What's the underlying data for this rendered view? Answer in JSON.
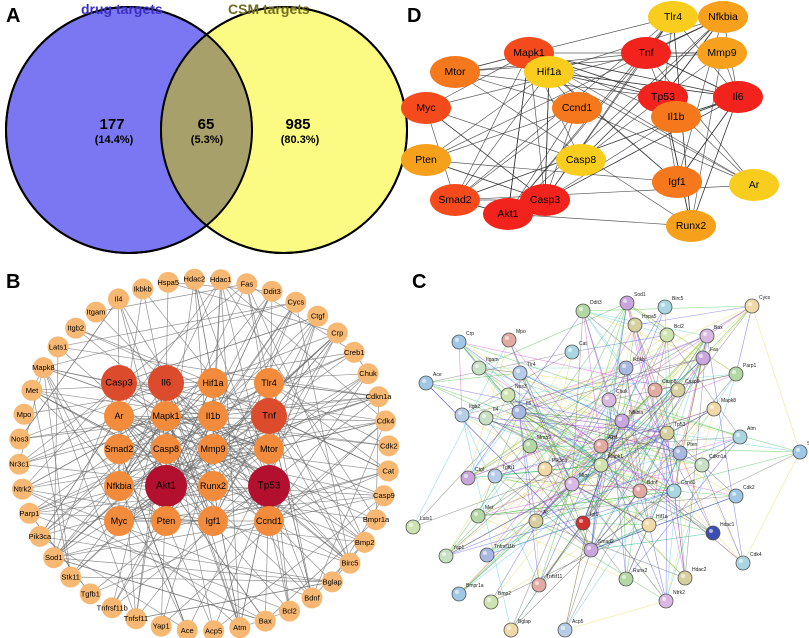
{
  "panels": {
    "a_letter": "A",
    "b_letter": "B",
    "c_letter": "C",
    "d_letter": "D"
  },
  "venn": {
    "left_title": "drug targets",
    "right_title": "CSM targets",
    "left_count": "177",
    "left_pct": "(14.4%)",
    "overlap_count": "65",
    "overlap_pct": "(5.3%)",
    "right_count": "985",
    "right_pct": "(80.3%)",
    "colors": {
      "left": "#7b76f1",
      "right": "#fbfb83",
      "overlap": "#a8a06a",
      "left_title": "#3a2fc0",
      "right_title": "#6f6b20"
    }
  },
  "network_b": {
    "outer_labels": [
      "Hdac1",
      "Fas",
      "Ddit3",
      "Cycs",
      "Ctgf",
      "Crp",
      "Creb1",
      "Chuk",
      "Cdkn1a",
      "Cdk4",
      "Cdk2",
      "Cat",
      "Casp9",
      "Bmpr1a",
      "Bmp2",
      "Birc5",
      "Bglap",
      "Bdnf",
      "Bcl2",
      "Bax",
      "Atm",
      "Acp5",
      "Ace",
      "Yap1",
      "Tnfsf11",
      "Tnfrsf11b",
      "Tgfb1",
      "Stk11",
      "Sod1",
      "Pik3ca",
      "Parp1",
      "Ntrk2",
      "Nr3c1",
      "Nos3",
      "Mpo",
      "Met",
      "Mapk8",
      "Lats1",
      "Itgb2",
      "Itgam",
      "Il4",
      "Ikbkb",
      "Hspa5",
      "Hdac2"
    ],
    "inner_rows": [
      [
        "Casp3",
        "Il6",
        "Hif1a",
        "Tlr4"
      ],
      [
        "Ar",
        "Mapk1",
        "Il1b",
        "Tnf"
      ],
      [
        "Smad2",
        "Casp8",
        "Mmp9",
        "Mtor"
      ],
      [
        "Nfkbia",
        "Akt1",
        "Runx2",
        "Tp53"
      ],
      [
        "Myc",
        "Pten",
        "Igf1",
        "Ccnd1"
      ]
    ],
    "hubs": [
      "Akt1",
      "Tp53"
    ],
    "second_tier": [
      "Casp3",
      "Il6",
      "Tnf"
    ],
    "colors": {
      "hub": "#b3102f",
      "second": "#dd4b2d",
      "inner": "#f28b3b",
      "outer": "#f6b872",
      "edge": "#6e6e6e"
    }
  },
  "network_d": {
    "nodes": [
      "Tlr4",
      "Nfkbia",
      "Mapk1",
      "Tnf",
      "Mmp9",
      "Mtor",
      "Hif1a",
      "Myc",
      "Ccnd1",
      "Tp53",
      "Il6",
      "Il1b",
      "Pten",
      "Casp8",
      "Smad2",
      "Akt1",
      "Casp3",
      "Igf1",
      "Ar",
      "Runx2"
    ],
    "colors": {
      "red": "#f2231c",
      "redorange": "#f54a1c",
      "orange": "#f5781c",
      "amber": "#f6a01c",
      "yellow": "#f8cd1e",
      "edge": "#333333"
    }
  },
  "network_c": {
    "labels": [
      "Sod1",
      "Birc5",
      "Ddit3",
      "Hspa5",
      "Mpo",
      "Crp",
      "Bcl2",
      "Bax",
      "Cycs",
      "Tlr4",
      "Itgam",
      "Ikbkb",
      "Fas",
      "Cat",
      "Parp1",
      "Casp9",
      "Casp8",
      "Ace",
      "Nos3",
      "Chuk",
      "Mapk8",
      "Itgb2",
      "Il4",
      "Il6",
      "Nfkbia",
      "Atm",
      "Mmp9",
      "Tp53",
      "Akt1",
      "Stk11",
      "Mapk1",
      "Mtor",
      "Pik3ca",
      "Tgfb1",
      "Cdkn1a",
      "Pten",
      "Ctgf",
      "Ccnd1",
      "Met",
      "Ar",
      "Bdnf",
      "Cdk2",
      "Lats1",
      "Igf1",
      "Hif1a",
      "Hdac1",
      "Yap1",
      "Tnfrsf11b",
      "Smad2",
      "Cdk4",
      "Runx2",
      "Hdac2",
      "Tnfsf11",
      "Bmpr1a",
      "Bmp2",
      "Ntrk2",
      "Bglap",
      "Acp5"
    ]
  }
}
